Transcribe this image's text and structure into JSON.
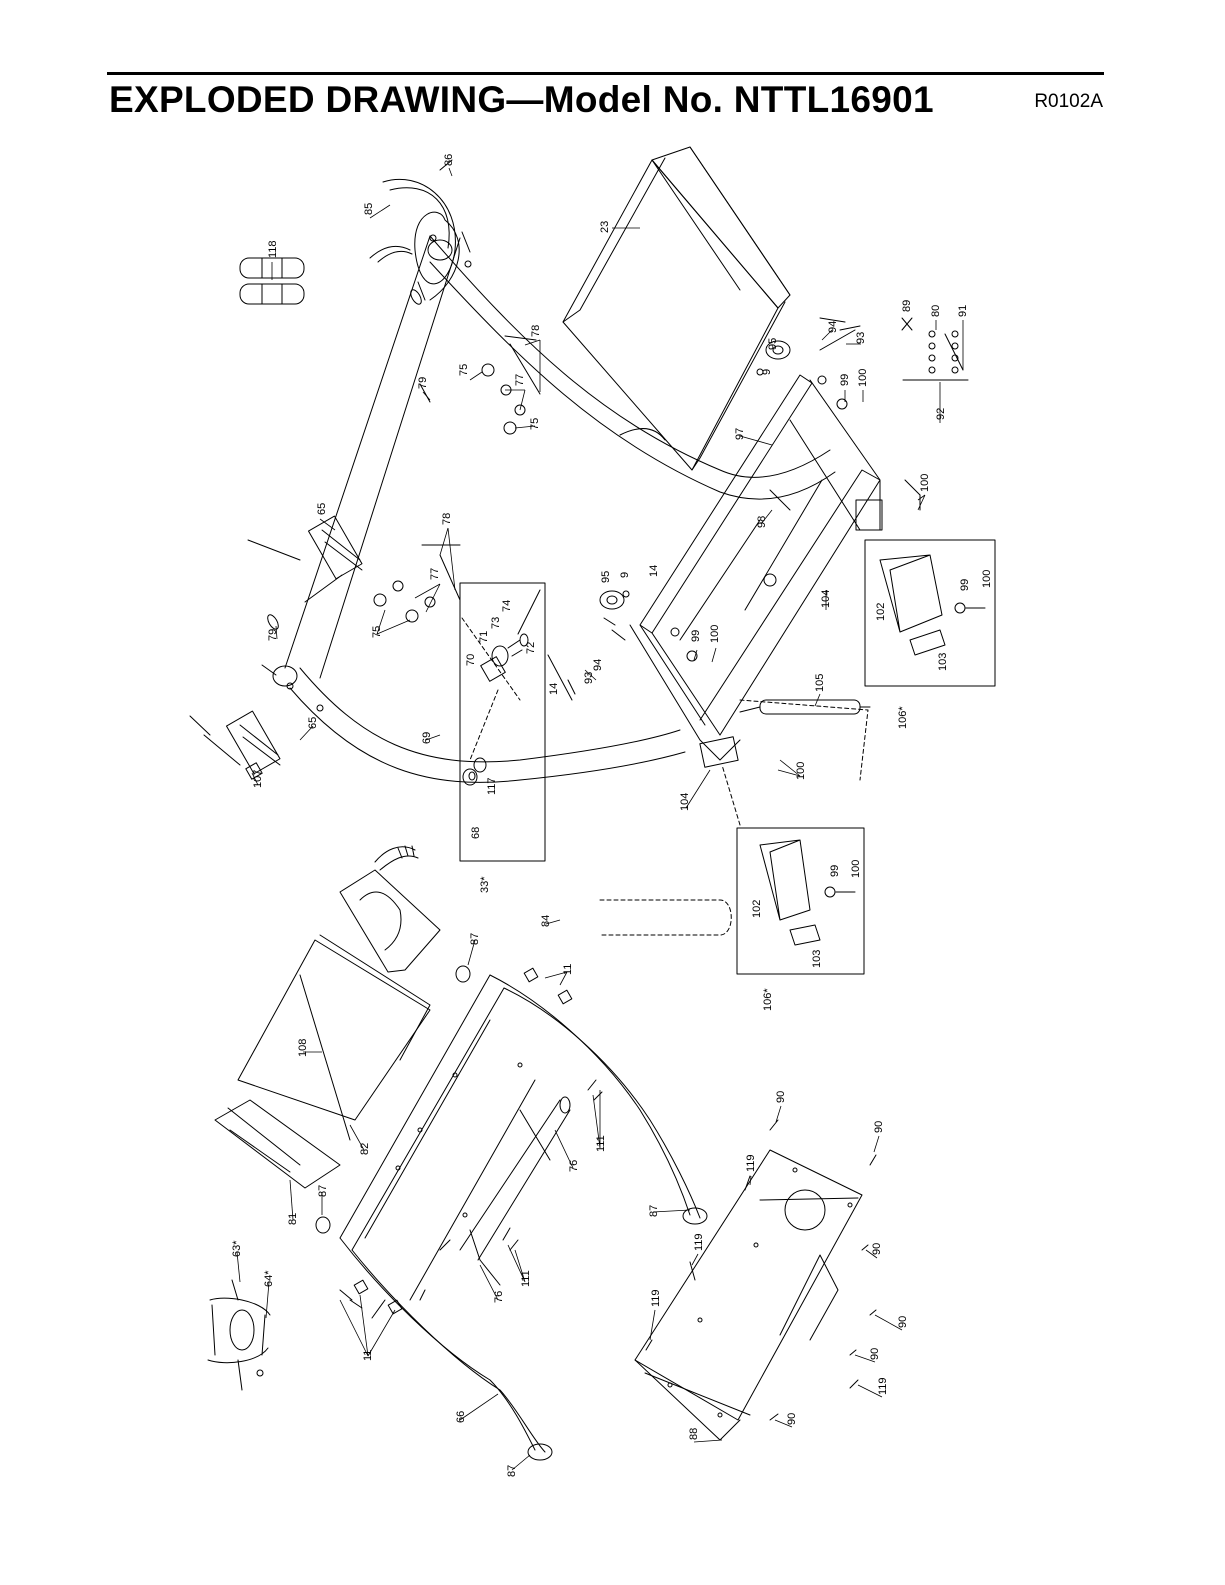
{
  "header": {
    "title": "EXPLODED DRAWING—Model No. NTTL16901",
    "code": "R0102A"
  },
  "parts": [
    {
      "id": "p86",
      "label": "86"
    },
    {
      "id": "p85",
      "label": "85"
    },
    {
      "id": "p23",
      "label": "23"
    },
    {
      "id": "p118",
      "label": "118"
    },
    {
      "id": "p79a",
      "label": "79"
    },
    {
      "id": "p75a",
      "label": "75"
    },
    {
      "id": "p77a",
      "label": "77"
    },
    {
      "id": "p78a",
      "label": "78"
    },
    {
      "id": "p75b",
      "label": "75"
    },
    {
      "id": "p65a",
      "label": "65"
    },
    {
      "id": "p78b",
      "label": "78"
    },
    {
      "id": "p77b",
      "label": "77"
    },
    {
      "id": "p75c",
      "label": "75"
    },
    {
      "id": "p79b",
      "label": "79"
    },
    {
      "id": "p65b",
      "label": "65"
    },
    {
      "id": "p107",
      "label": "107"
    },
    {
      "id": "p69",
      "label": "69"
    },
    {
      "id": "p70",
      "label": "70"
    },
    {
      "id": "p71",
      "label": "71"
    },
    {
      "id": "p73",
      "label": "73"
    },
    {
      "id": "p74",
      "label": "74"
    },
    {
      "id": "p72",
      "label": "72"
    },
    {
      "id": "p68",
      "label": "68"
    },
    {
      "id": "p117",
      "label": "117"
    },
    {
      "id": "p33",
      "label": "33*"
    },
    {
      "id": "p14a",
      "label": "14"
    },
    {
      "id": "p93a",
      "label": "93"
    },
    {
      "id": "p94a",
      "label": "94"
    },
    {
      "id": "p95a",
      "label": "95"
    },
    {
      "id": "p9a",
      "label": "9"
    },
    {
      "id": "p14b",
      "label": "14"
    },
    {
      "id": "p99a",
      "label": "99"
    },
    {
      "id": "p100a",
      "label": "100"
    },
    {
      "id": "p98",
      "label": "98"
    },
    {
      "id": "p97",
      "label": "97"
    },
    {
      "id": "p95b",
      "label": "95"
    },
    {
      "id": "p9b",
      "label": "9"
    },
    {
      "id": "p94b",
      "label": "94"
    },
    {
      "id": "p93b",
      "label": "93"
    },
    {
      "id": "p99b",
      "label": "99"
    },
    {
      "id": "p100b",
      "label": "100"
    },
    {
      "id": "p89",
      "label": "89"
    },
    {
      "id": "p80",
      "label": "80"
    },
    {
      "id": "p91",
      "label": "91"
    },
    {
      "id": "p92",
      "label": "92"
    },
    {
      "id": "p100c",
      "label": "100"
    },
    {
      "id": "p104a",
      "label": "104"
    },
    {
      "id": "p102a",
      "label": "102"
    },
    {
      "id": "p103a",
      "label": "103"
    },
    {
      "id": "p99c",
      "label": "99"
    },
    {
      "id": "p100d",
      "label": "100"
    },
    {
      "id": "p106a",
      "label": "106*"
    },
    {
      "id": "p105",
      "label": "105"
    },
    {
      "id": "p100e",
      "label": "100"
    },
    {
      "id": "p104b",
      "label": "104"
    },
    {
      "id": "p102b",
      "label": "102"
    },
    {
      "id": "p103b",
      "label": "103"
    },
    {
      "id": "p99d",
      "label": "99"
    },
    {
      "id": "p100f",
      "label": "100"
    },
    {
      "id": "p106b",
      "label": "106*"
    },
    {
      "id": "p84",
      "label": "84"
    },
    {
      "id": "p87a",
      "label": "87"
    },
    {
      "id": "p11a",
      "label": "11"
    },
    {
      "id": "p108",
      "label": "108"
    },
    {
      "id": "p82",
      "label": "82"
    },
    {
      "id": "p81",
      "label": "81"
    },
    {
      "id": "p87b",
      "label": "87"
    },
    {
      "id": "p76a",
      "label": "76"
    },
    {
      "id": "p111a",
      "label": "111"
    },
    {
      "id": "p87c",
      "label": "87"
    },
    {
      "id": "p76b",
      "label": "76"
    },
    {
      "id": "p111b",
      "label": "111"
    },
    {
      "id": "p63",
      "label": "63*"
    },
    {
      "id": "p64",
      "label": "64*"
    },
    {
      "id": "p11b",
      "label": "11"
    },
    {
      "id": "p66",
      "label": "66"
    },
    {
      "id": "p87d",
      "label": "87"
    },
    {
      "id": "p90a",
      "label": "90"
    },
    {
      "id": "p119a",
      "label": "119"
    },
    {
      "id": "p90b",
      "label": "90"
    },
    {
      "id": "p119b",
      "label": "119"
    },
    {
      "id": "p90c",
      "label": "90"
    },
    {
      "id": "p119c",
      "label": "119"
    },
    {
      "id": "p90d",
      "label": "90"
    },
    {
      "id": "p90e",
      "label": "90"
    },
    {
      "id": "p119d",
      "label": "119"
    },
    {
      "id": "p88",
      "label": "88"
    },
    {
      "id": "p90f",
      "label": "90"
    }
  ]
}
